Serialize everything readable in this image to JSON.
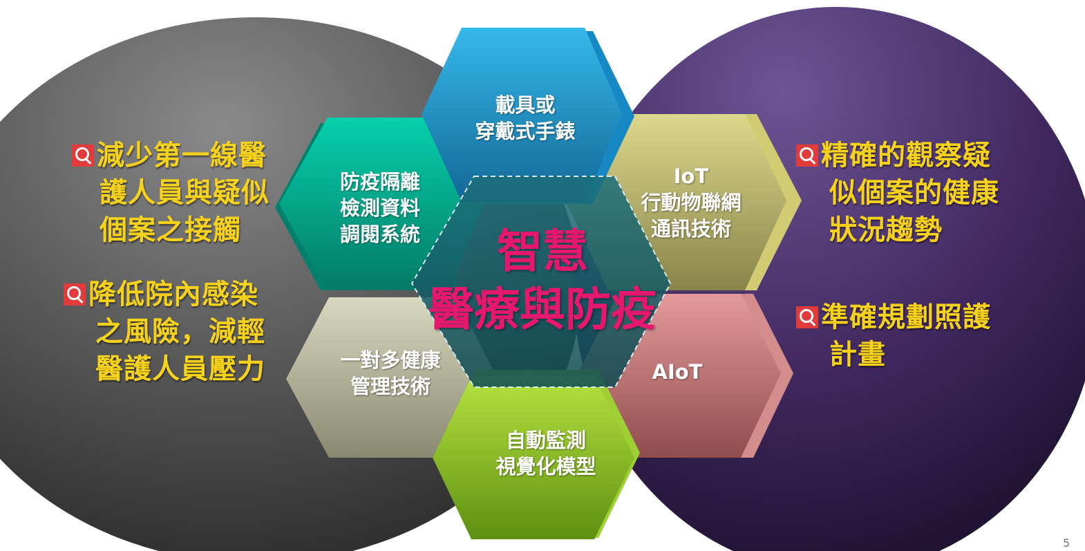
{
  "left_points": [
    {
      "lines": [
        "減少第一線醫",
        "護人員與疑似",
        "個案之接觸"
      ]
    },
    {
      "lines": [
        "降低院內感染",
        "之風險，減輕",
        "醫護人員壓力"
      ]
    }
  ],
  "right_points": [
    {
      "lines": [
        "精確的觀察疑",
        "似個案的健康",
        "狀況趨勢"
      ]
    },
    {
      "lines": [
        "準確規劃照護",
        "計畫"
      ]
    }
  ],
  "hexagons": {
    "top": [
      "載具或",
      "穿戴式手錶"
    ],
    "upper_left": [
      "防疫隔離",
      "檢測資料",
      "調閱系統"
    ],
    "upper_right": [
      "IoT",
      "行動物聯網",
      "通訊技術"
    ],
    "lower_left": [
      "一對多健康",
      "管理技術"
    ],
    "lower_right": [
      "AIoT"
    ],
    "bottom": [
      "自動監測",
      "視覺化模型"
    ]
  },
  "center": [
    "智慧",
    "醫療與防疫"
  ],
  "page_number": "5",
  "colors": {
    "highlight_text": "#f7d21c",
    "center_text": "#e6186e",
    "icon_bg": "#e23b3b",
    "left_circle": "#555555",
    "right_circle": "#4a2f6e",
    "hex_top": "#1d9ad6",
    "hex_upper_left": "#05a58a",
    "hex_upper_right": "#bdb870",
    "hex_lower_left": "#b8b79a",
    "hex_lower_right": "#c97a7a",
    "hex_bottom": "#8ec52c"
  },
  "icons": {
    "bullet": "magnifier-icon"
  }
}
